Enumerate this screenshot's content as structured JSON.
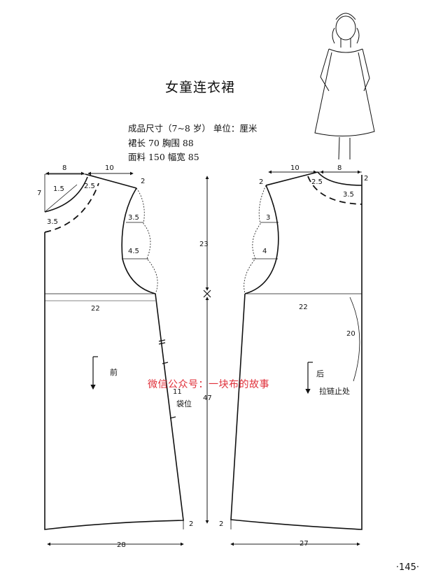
{
  "title": "女童连衣裙",
  "specs": {
    "line1": "成品尺寸（7~8 岁）    单位：厘米",
    "line2": "裙长 70    胸围 88",
    "line3": "面料 150    幅宽 85"
  },
  "front": {
    "label": "前",
    "neck_width": "8",
    "shoulder": "10",
    "neck_depth": "7",
    "neck_diag": "1.5",
    "neck_curve": "2.5",
    "collar_offset": "3.5",
    "shoulder_drop": "2",
    "armhole_a": "3.5",
    "armhole_b": "4.5",
    "chest": "22",
    "pocket_len": "11",
    "pocket_label": "袋位",
    "hem_rise": "2",
    "hem": "28"
  },
  "back": {
    "label": "后",
    "neck_width": "8",
    "shoulder": "10",
    "neck_depth": "2",
    "neck_curve": "2.5",
    "collar_offset": "3.5",
    "shoulder_drop": "2",
    "armhole_a": "3",
    "armhole_b": "4",
    "chest": "22",
    "zip_len": "20",
    "zip_label": "拉链止处",
    "hem_rise": "2",
    "hem": "27"
  },
  "center": {
    "armhole_depth": "23",
    "skirt_len": "47"
  },
  "watermark": "微信公众号：一块布的故事",
  "page_number": "·145·"
}
